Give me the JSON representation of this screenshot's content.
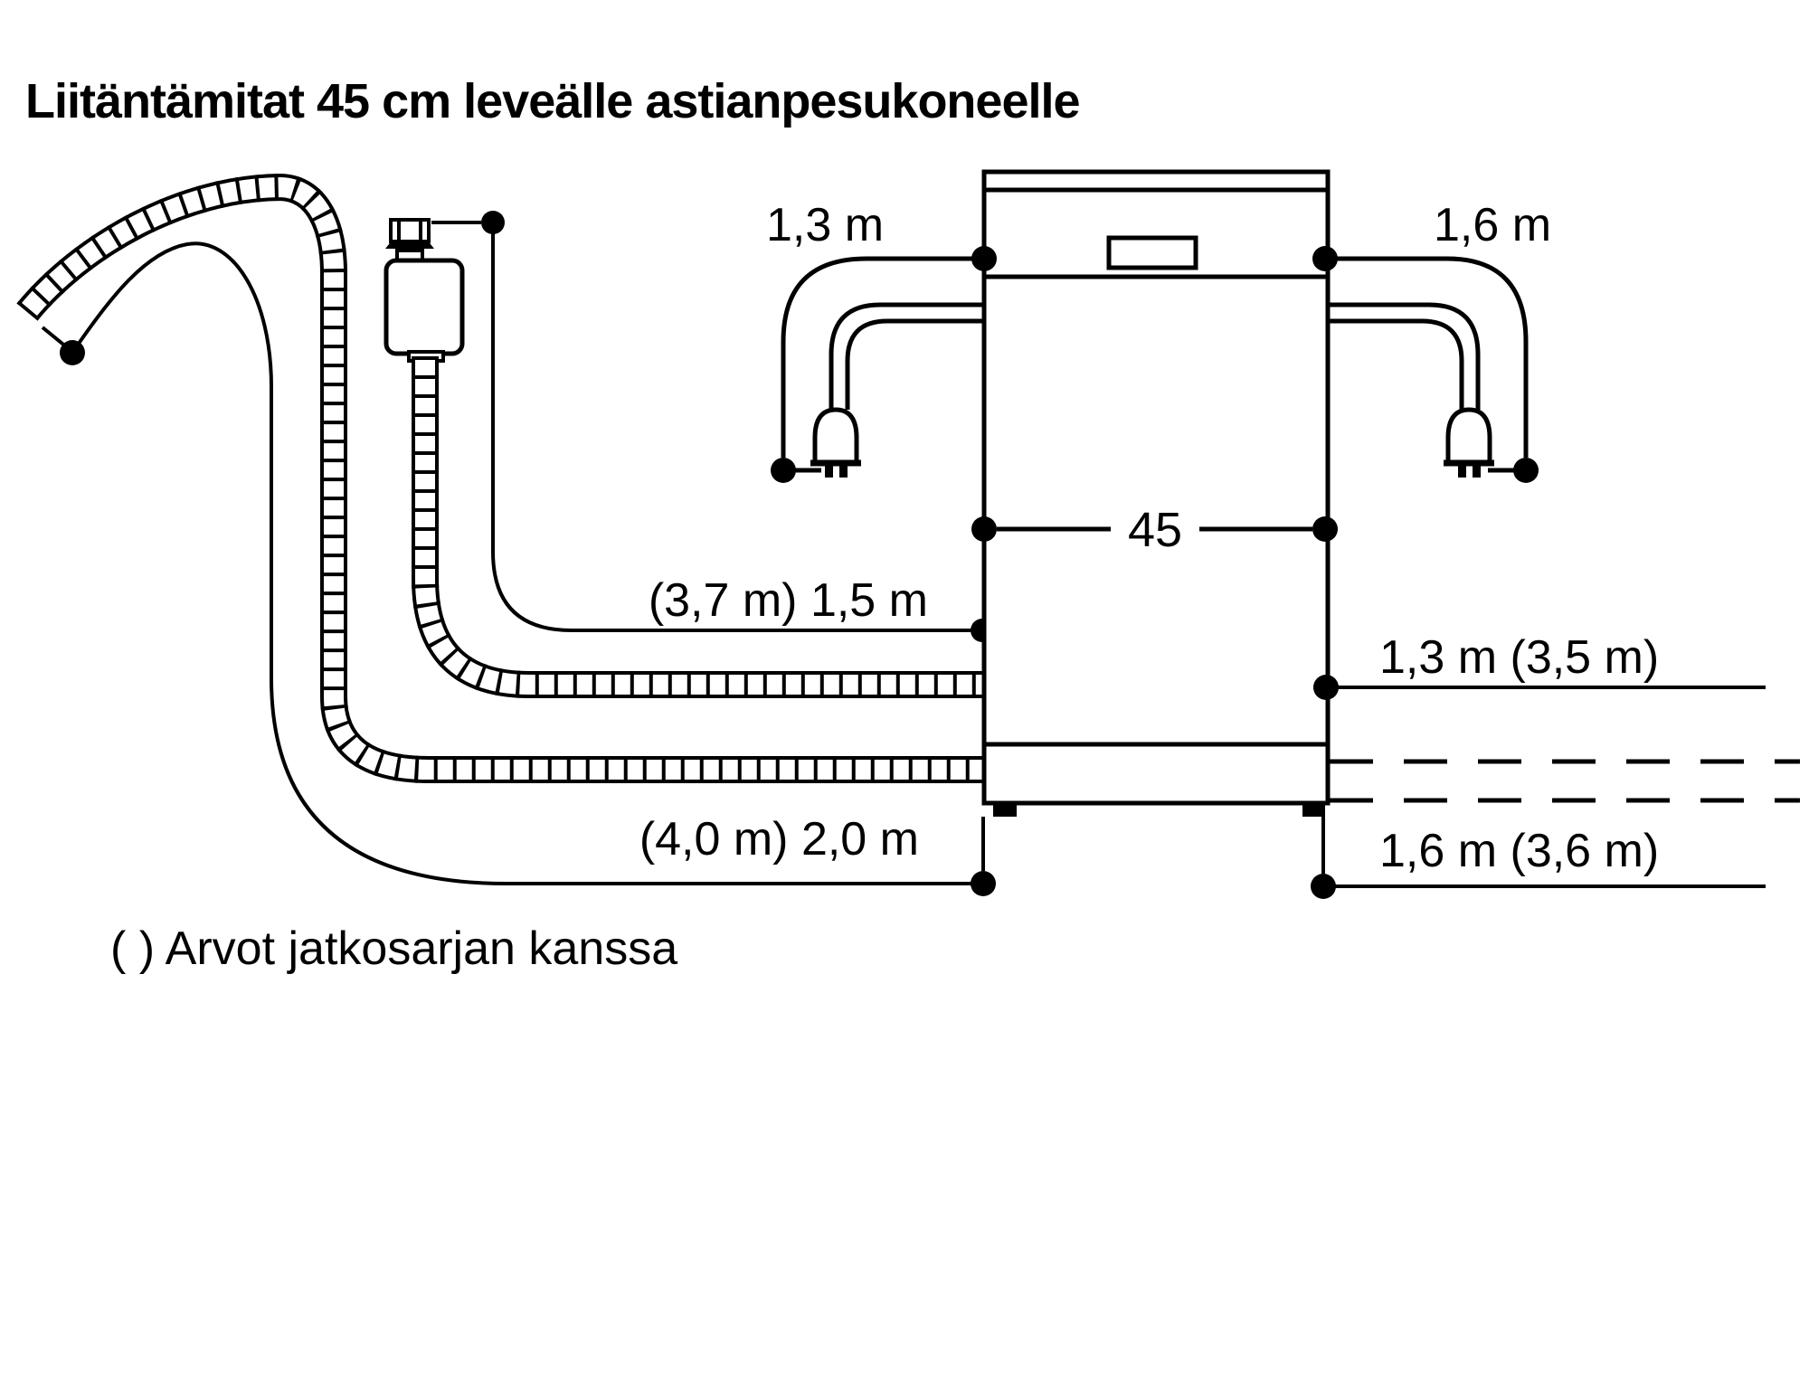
{
  "title": "Liitäntämitat 45 cm leveälle astianpesukoneelle",
  "footnote": "( ) Arvot jatkosarjan kanssa",
  "dishwasher": {
    "width_label": "45"
  },
  "measurements": {
    "power_cord_left": "1,3 m",
    "power_cord_right": "1,6 m",
    "supply_hose_left": "(3,7 m) 1,5 m",
    "drain_hose_right_top": "1,3 m (3,5 m)",
    "drain_hose_left_bottom": "(4,0 m) 2,0 m",
    "supply_hose_right_bottom": "1,6 m (3,6 m)"
  },
  "colors": {
    "line": "#000000",
    "background": "#ffffff"
  }
}
